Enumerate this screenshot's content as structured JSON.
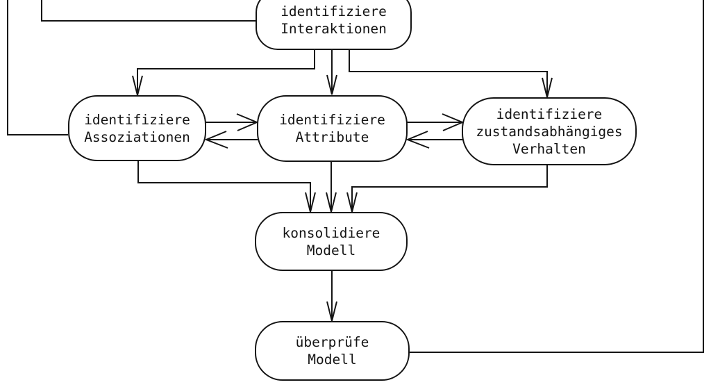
{
  "diagram": {
    "background_color": "#ffffff",
    "line_color": "#141414",
    "nodes": {
      "interaktionen": {
        "label": "identifiziere\nInteraktionen"
      },
      "assoziationen": {
        "label": "identifiziere\nAssoziationen"
      },
      "attribute": {
        "label": "identifiziere\nAttribute"
      },
      "zustandsverhalten": {
        "label": "identifiziere\nzustandsabhängiges\nVerhalten"
      },
      "konsolidiere": {
        "label": "konsolidiere\nModell"
      },
      "ueberpruefe": {
        "label": "überprüfe\nModell"
      }
    },
    "edges": [
      {
        "from": "offscreen-top-left-outer",
        "to": "identifiziere Assoziationen",
        "arrowhead": false
      },
      {
        "from": "offscreen-top-left-inner",
        "to": "identifiziere Interaktionen",
        "arrowhead": false
      },
      {
        "from": "identifiziere Interaktionen",
        "to": "identifiziere Assoziationen",
        "arrowhead": true
      },
      {
        "from": "identifiziere Interaktionen",
        "to": "identifiziere Attribute",
        "arrowhead": true
      },
      {
        "from": "identifiziere Interaktionen",
        "to": "identifiziere zustandsabhängiges Verhalten",
        "arrowhead": true
      },
      {
        "from": "identifiziere Assoziationen",
        "to": "identifiziere Attribute",
        "arrowhead": true
      },
      {
        "from": "identifiziere Attribute",
        "to": "identifiziere Assoziationen",
        "arrowhead": true
      },
      {
        "from": "identifiziere Attribute",
        "to": "identifiziere zustandsabhängiges Verhalten",
        "arrowhead": true
      },
      {
        "from": "identifiziere zustandsabhängiges Verhalten",
        "to": "identifiziere Attribute",
        "arrowhead": true
      },
      {
        "from": "identifiziere Assoziationen",
        "to": "konsolidiere Modell",
        "arrowhead": true
      },
      {
        "from": "identifiziere Attribute",
        "to": "konsolidiere Modell",
        "arrowhead": true
      },
      {
        "from": "identifiziere zustandsabhängiges Verhalten",
        "to": "konsolidiere Modell",
        "arrowhead": true
      },
      {
        "from": "konsolidiere Modell",
        "to": "überprüfe Modell",
        "arrowhead": true
      },
      {
        "from": "überprüfe Modell",
        "to": "offscreen-top-right",
        "arrowhead": false
      }
    ]
  }
}
